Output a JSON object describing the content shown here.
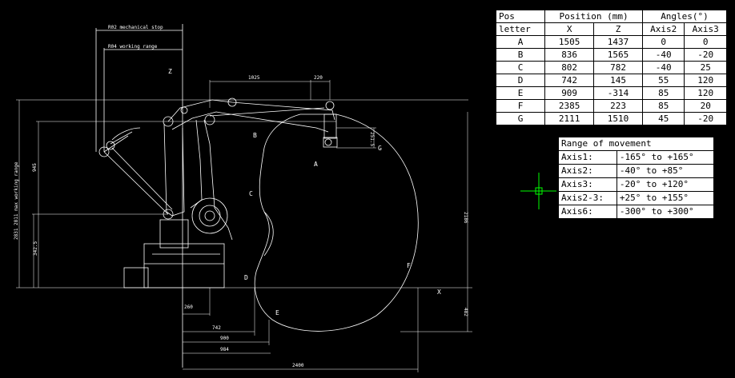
{
  "position_table": {
    "header1": {
      "pos": "Pos",
      "position": "Position (mm)",
      "angles": "Angles(°)"
    },
    "header2": {
      "pos": "letter",
      "x": "X",
      "z": "Z",
      "axis2": "Axis2",
      "axis3": "Axis3"
    },
    "rows": [
      {
        "letter": "A",
        "x": "1505",
        "z": "1437",
        "axis2": "0",
        "axis3": "0"
      },
      {
        "letter": "B",
        "x": "836",
        "z": "1565",
        "axis2": "-40",
        "axis3": "-20"
      },
      {
        "letter": "C",
        "x": "802",
        "z": "782",
        "axis2": "-40",
        "axis3": "25"
      },
      {
        "letter": "D",
        "x": "742",
        "z": "145",
        "axis2": "55",
        "axis3": "120"
      },
      {
        "letter": "E",
        "x": "909",
        "z": "-314",
        "axis2": "85",
        "axis3": "120"
      },
      {
        "letter": "F",
        "x": "2385",
        "z": "223",
        "axis2": "85",
        "axis3": "20"
      },
      {
        "letter": "G",
        "x": "2111",
        "z": "1510",
        "axis2": "45",
        "axis3": "-20"
      }
    ]
  },
  "range_table": {
    "title": "Range of movement",
    "rows": [
      {
        "axis": "Axis1:",
        "range": "-165° to +165°"
      },
      {
        "axis": "Axis2:",
        "range": "-40° to +85°"
      },
      {
        "axis": "Axis3:",
        "range": "-20° to +120°"
      },
      {
        "axis": "Axis2-3:",
        "range": "+25° to +155°"
      },
      {
        "axis": "Axis6:",
        "range": "-300° to +300°"
      }
    ]
  },
  "drawing": {
    "dims": {
      "d1025": "1025",
      "d220": "220",
      "d251": "251.5",
      "d2186": "2186",
      "d482": "482",
      "d260": "260",
      "d742": "742",
      "d900": "900",
      "d984": "984",
      "d2400": "2400",
      "d945": "945",
      "d342": "342.5",
      "mech_stop": "R02 mechanical stop",
      "work_range": "R04 working range",
      "vert_left": "2831 2811 max working range"
    },
    "letters": {
      "a": "A",
      "b": "B",
      "c": "C",
      "d": "D",
      "e": "E",
      "f": "F",
      "g": "G",
      "z": "Z",
      "x": "X"
    }
  },
  "colors": {
    "line": "#ffffff",
    "cursor": "#00ff00",
    "background": "#000000",
    "table_bg": "#ffffff"
  }
}
